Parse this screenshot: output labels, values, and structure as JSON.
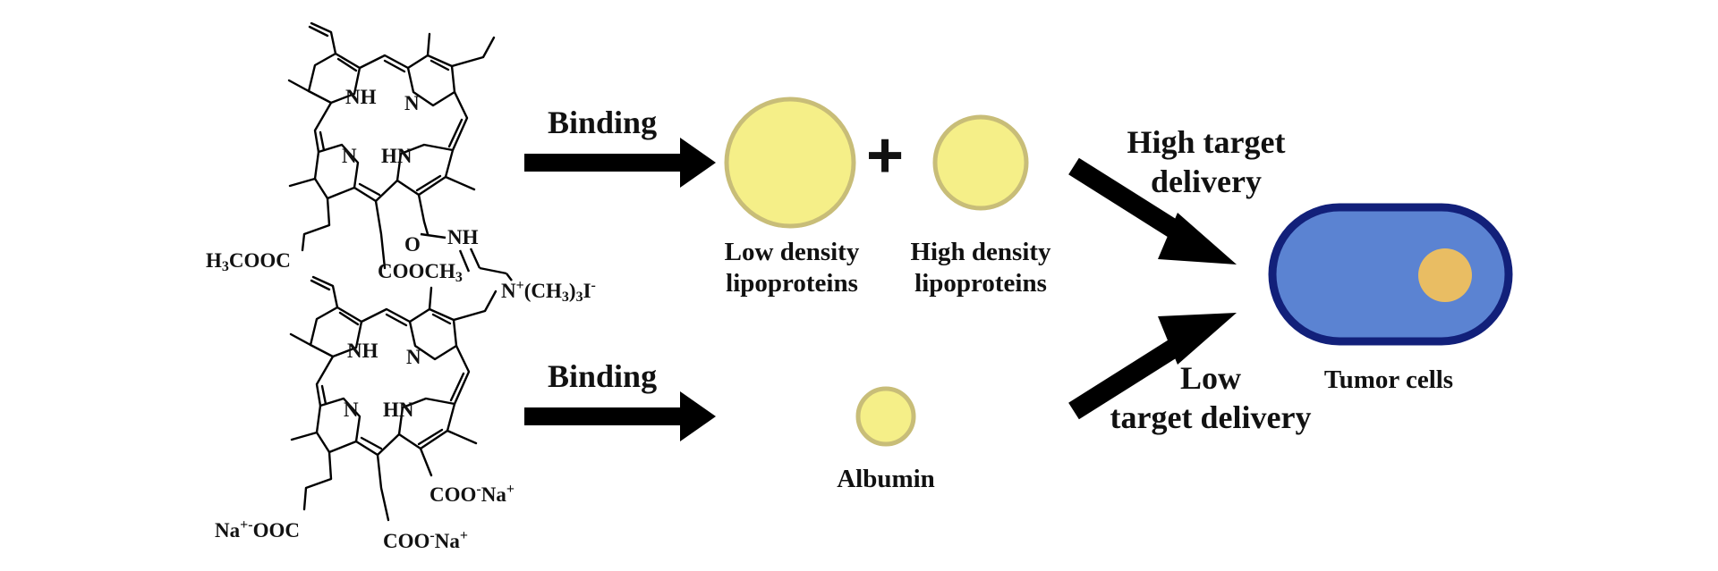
{
  "labels": {
    "binding_top": "Binding",
    "binding_bottom": "Binding",
    "ldl_line1": "Low density",
    "ldl_line2": "lipoproteins",
    "hdl_line1": "High density",
    "hdl_line2": "lipoproteins",
    "albumin": "Albumin",
    "high_delivery_line1": "High target",
    "high_delivery_line2": "delivery",
    "low_delivery_line1": "Low",
    "low_delivery_line2": "target delivery",
    "tumor": "Tumor cells",
    "plus": "+"
  },
  "molecule_top": {
    "nh_upper": "NH",
    "n_upper": "N",
    "n_lower": "N",
    "hn_lower": "HN",
    "o": "O",
    "amide_nh": "NH",
    "ester_left": "COOC",
    "ester_left_prefix": "H",
    "ester_left_sub": "3",
    "ester_mid": "COOCH",
    "ester_mid_sub": "3",
    "ammonium_n": "N",
    "ammonium_charge": "+",
    "ammonium_rest": "(CH",
    "ammonium_sub": "3",
    "ammonium_close": ")",
    "ammonium_sub2": "3",
    "iodide": "I",
    "iodide_charge": "-"
  },
  "molecule_bottom": {
    "nh_upper": "NH",
    "n_upper": "N",
    "n_lower": "N",
    "hn_lower": "HN",
    "salt_right": "COO",
    "salt_right_charge": "-",
    "salt_right_na": "Na",
    "salt_right_na_charge": "+",
    "salt_left_na": "Na",
    "salt_left_na_charge": "+",
    "salt_left_charge": "-",
    "salt_left": "OOC",
    "salt_mid": "COO",
    "salt_mid_charge": "-",
    "salt_mid_na": "Na",
    "salt_mid_na_charge": "+"
  },
  "colors": {
    "particle_fill": "#f5ef88",
    "particle_stroke": "#c8bd78",
    "tumor_fill": "#5b83d2",
    "tumor_stroke": "#12207a",
    "nucleus_fill": "#e9bd63",
    "arrow": "#000000"
  }
}
